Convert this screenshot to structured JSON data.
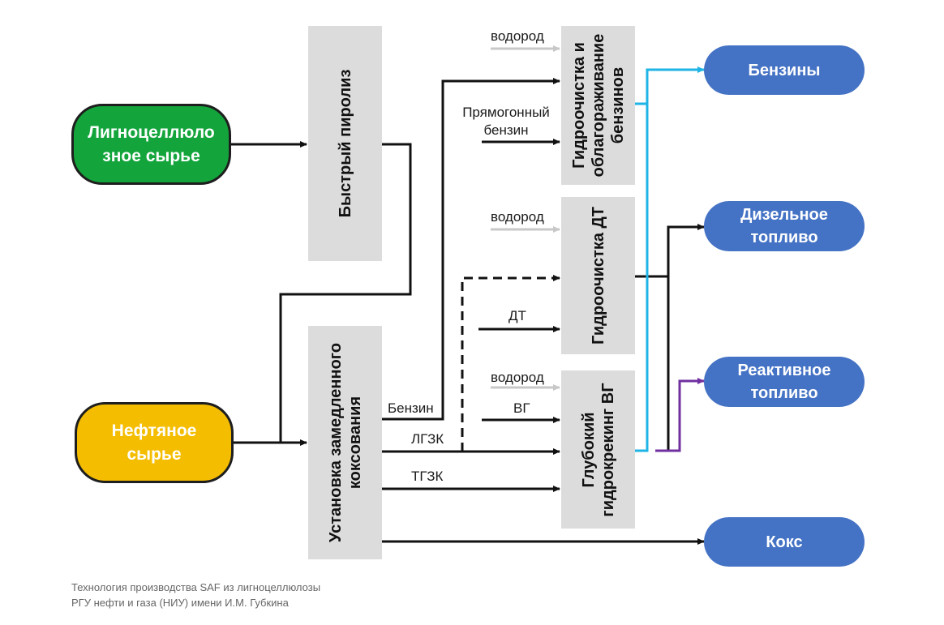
{
  "sources": {
    "lignocellulose": "Лигноцеллюло зное сырье",
    "petroleum": "Нефтяное сырье"
  },
  "processes": {
    "pyrolysis": "Быстрый пиролиз",
    "coking": "Установка замедленного коксования",
    "gasoline_hydro": "Гидроочистка и облагораживание бензинов",
    "diesel_hydro": "Гидроочистка ДТ",
    "hydrocracking": "Глубокий гидрокрекинг ВГ"
  },
  "products": {
    "gasolines": "Бензины",
    "diesel": "Дизельное топливо",
    "jet": "Реактивное топливо",
    "coke": "Кокс"
  },
  "flow_labels": {
    "hydrogen_1": "водород",
    "straight_run": "Прямогонный бензин",
    "hydrogen_2": "водород",
    "dt": "ДТ",
    "hydrogen_3": "водород",
    "vg": "ВГ",
    "benzin": "Бензин",
    "lgzk": "ЛГЗК",
    "tgzk": "ТГЗК"
  },
  "caption": {
    "line1": "Технология производства SAF из лигноцеллюлозы",
    "line2": "РГУ нефти и газа (НИУ) имени И.М. Губкина"
  },
  "colors": {
    "source_green": "#13a53c",
    "source_yellow": "#f4bd00",
    "process_gray": "#dcdcdc",
    "product_blue": "#4472c4",
    "gasoline_line": "#1fb4e6",
    "jet_line": "#7030a0"
  }
}
